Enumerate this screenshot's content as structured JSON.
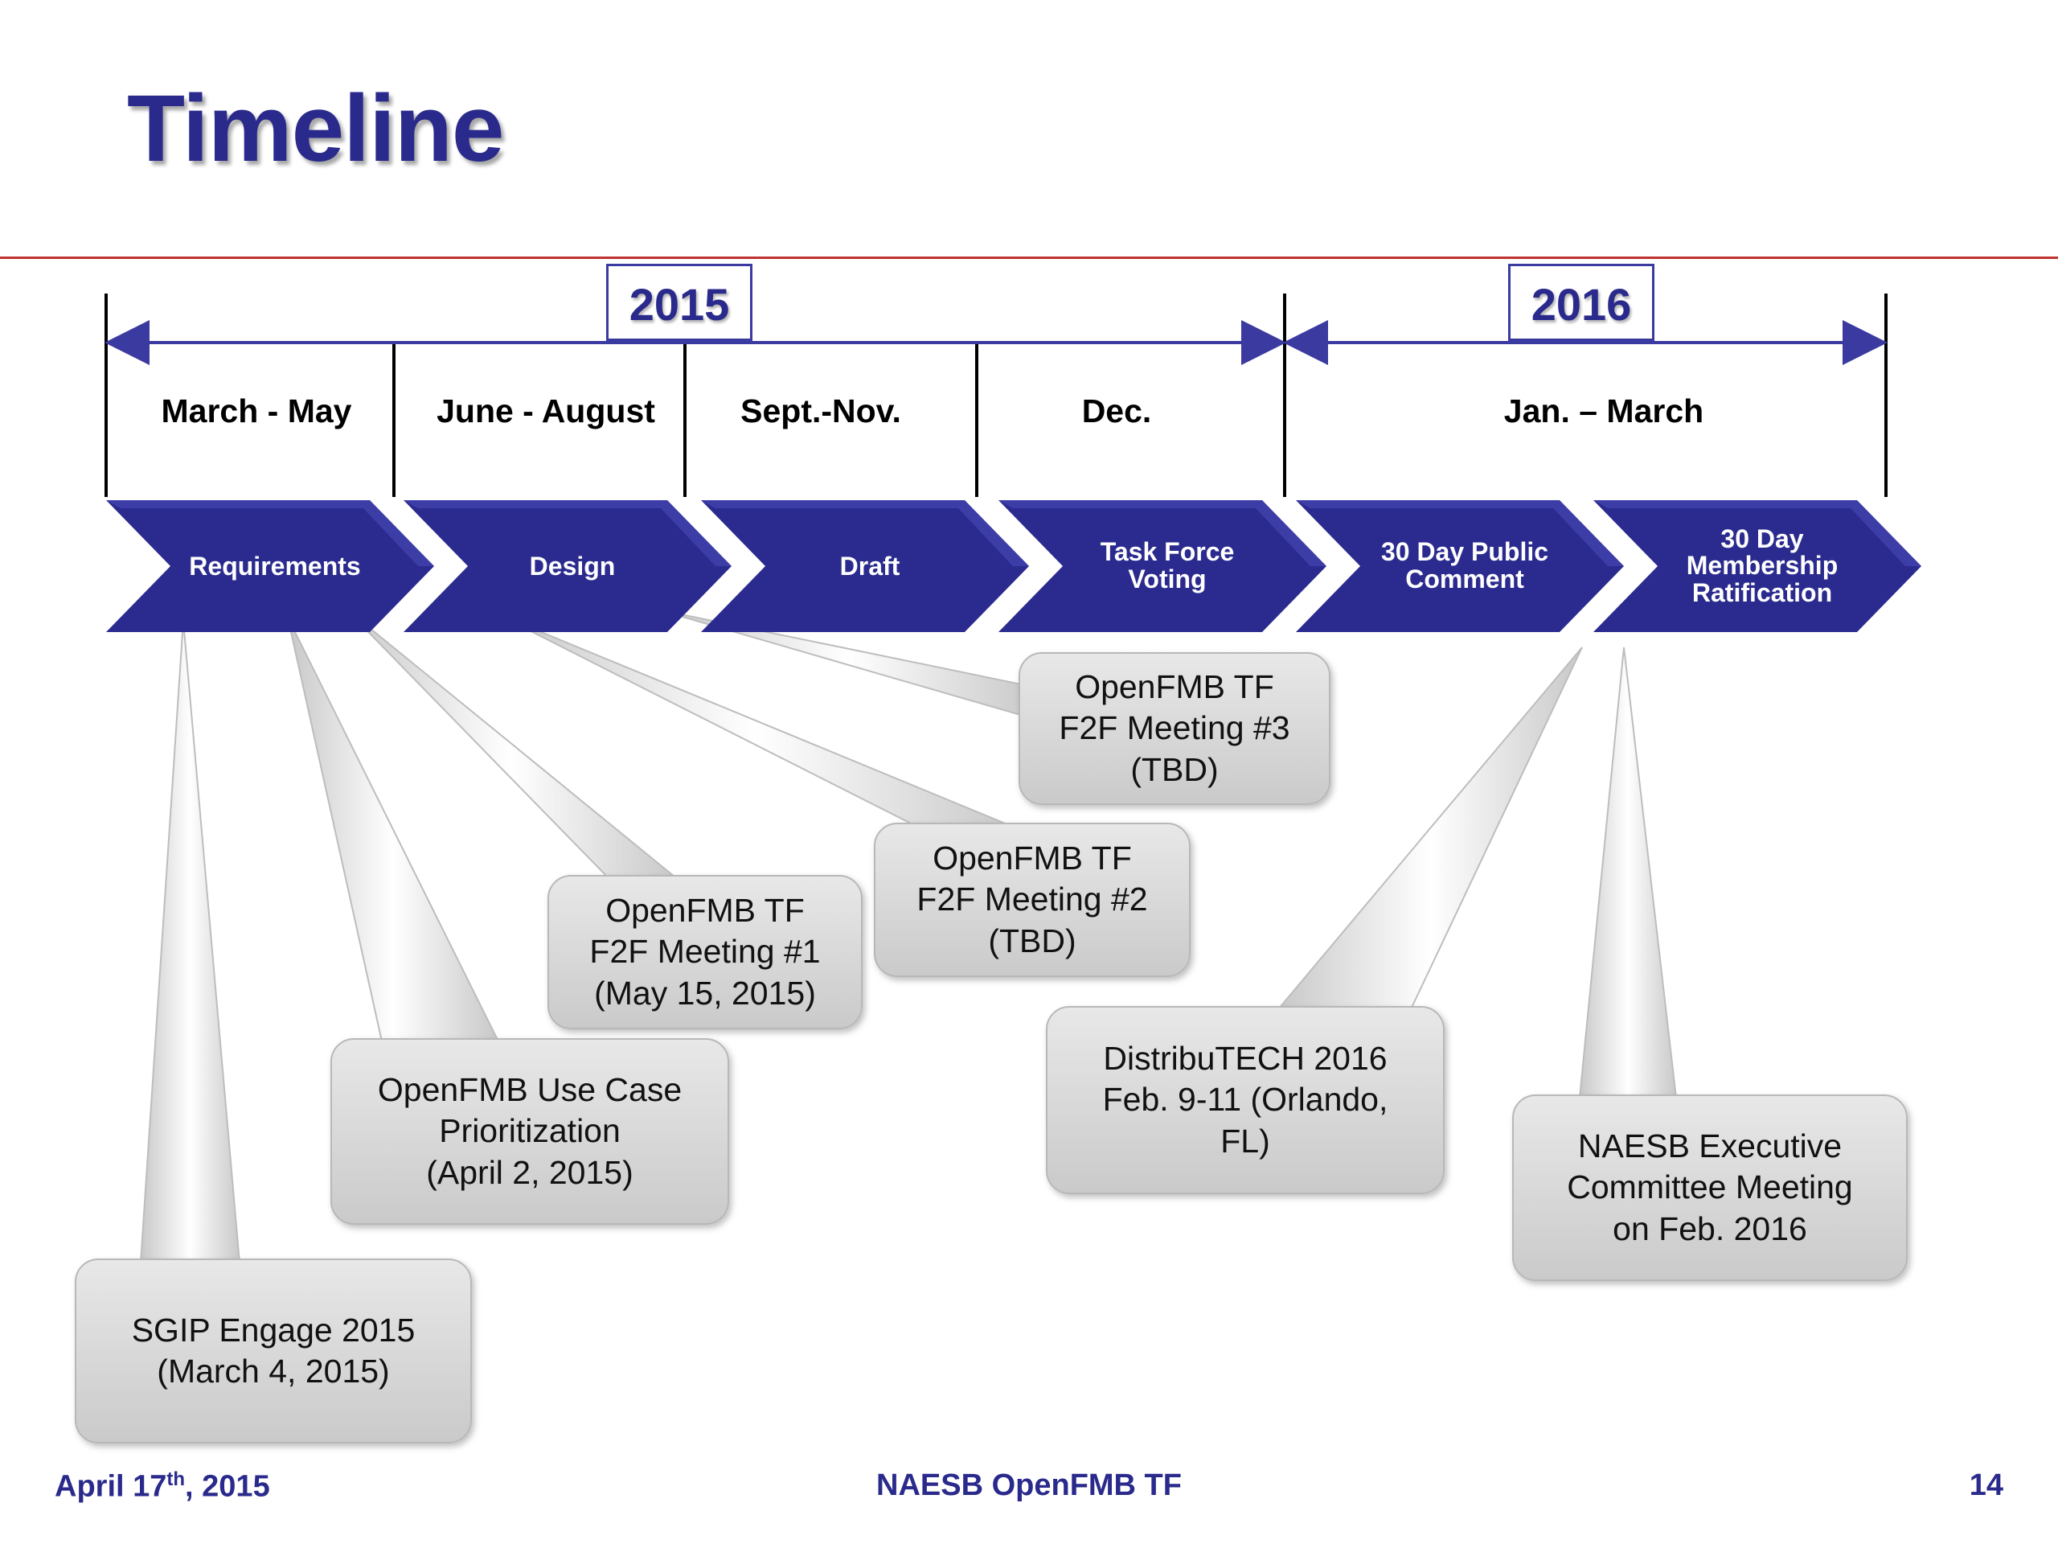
{
  "title": "Timeline",
  "years": [
    "2015",
    "2016"
  ],
  "periods": [
    "March - May",
    "June - August",
    "Sept.-Nov.",
    "Dec.",
    "Jan. – March"
  ],
  "phases": [
    "Requirements",
    "Design",
    "Draft",
    "Task Force\nVoting",
    "30 Day Public\nComment",
    "30 Day\nMembership\nRatification"
  ],
  "callouts": {
    "sgip": "SGIP Engage 2015\n(March 4, 2015)",
    "usecase": "OpenFMB Use Case\nPrioritization\n(April 2, 2015)",
    "f2f1": "OpenFMB TF\nF2F Meeting #1\n(May 15, 2015)",
    "f2f2": "OpenFMB TF\nF2F Meeting #2\n(TBD)",
    "f2f3": "OpenFMB TF\nF2F Meeting #3\n(TBD)",
    "distributech": "DistribuTECH 2016\nFeb. 9-11 (Orlando,\nFL)",
    "naesb": "NAESB Executive\nCommittee Meeting\non Feb. 2016"
  },
  "footer": {
    "date_prefix": "April 17",
    "date_sup": "th",
    "date_suffix": ", 2015",
    "center": "NAESB OpenFMB TF",
    "page": "14"
  },
  "colors": {
    "title": "#2a2a8c",
    "chevron": "#2b2b8f",
    "chevron_highlight": "#4a4ab8",
    "callout_fill": "#d4d4d4",
    "rule": "#c0312f"
  }
}
